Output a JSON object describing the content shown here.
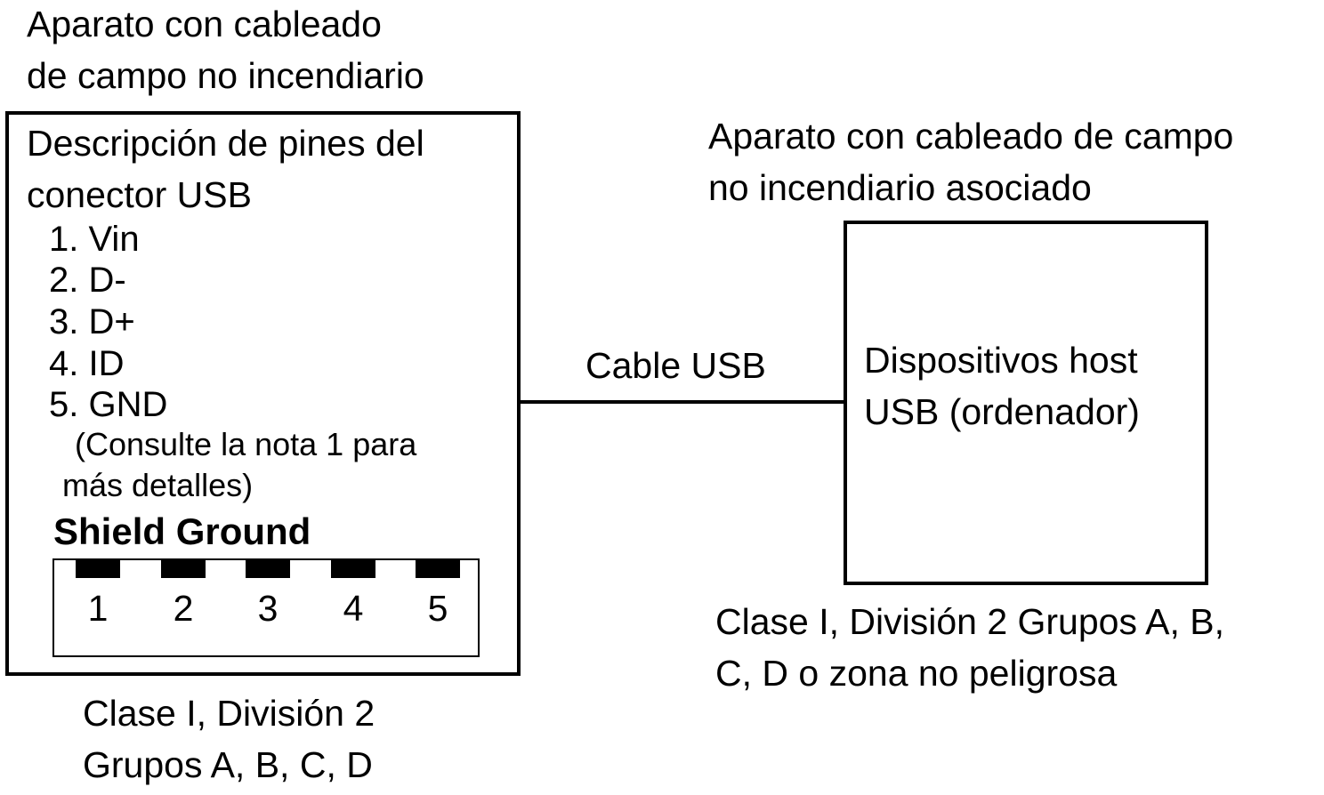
{
  "left_device": {
    "title_lines": [
      "Aparato con cableado",
      "de campo no incendiario"
    ],
    "pin_header_lines": [
      "Descripción de pines del",
      "conector USB"
    ],
    "pins": [
      "1. Vin",
      "2. D-",
      "3. D+",
      "4. ID",
      "5. GND"
    ],
    "note_lines": [
      "(Consulte la nota 1 para",
      "más detalles)"
    ],
    "shield_label": "Shield Ground",
    "connector_pins": [
      "1",
      "2",
      "3",
      "4",
      "5"
    ],
    "zone_lines": [
      "Clase I, División 2",
      "Grupos A, B, C, D"
    ]
  },
  "cable": {
    "label": "Cable USB"
  },
  "right_device": {
    "title_lines": [
      "Aparato con cableado de campo",
      "no incendiario asociado"
    ],
    "host_lines": [
      "Dispositivos host",
      "USB (ordenador)"
    ],
    "zone_lines": [
      "Clase I, División 2 Grupos A, B,",
      "C, D o zona no peligrosa"
    ]
  }
}
